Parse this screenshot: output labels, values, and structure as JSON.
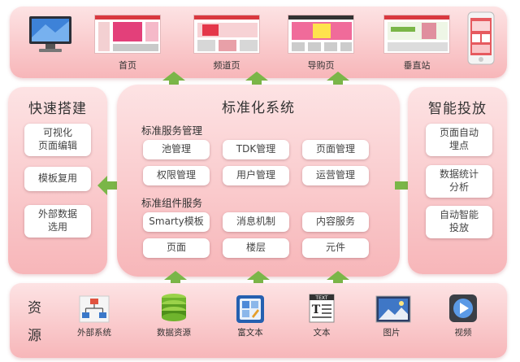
{
  "top": {
    "items": [
      {
        "label": ""
      },
      {
        "label": "首页"
      },
      {
        "label": "频道页"
      },
      {
        "label": "导购页"
      },
      {
        "label": "垂直站"
      },
      {
        "label": ""
      }
    ]
  },
  "left": {
    "title": "快速搭建",
    "cards": [
      "可视化\n页面编辑",
      "模板复用",
      "外部数据\n选用"
    ]
  },
  "center": {
    "title": "标准化系统",
    "service_section": "标准服务管理",
    "service_cards": [
      "池管理",
      "TDK管理",
      "页面管理",
      "权限管理",
      "用户管理",
      "运营管理"
    ],
    "component_section": "标准组件服务",
    "component_cards": [
      "Smarty模板",
      "消息机制",
      "内容服务",
      "页面",
      "楼层",
      "元件"
    ]
  },
  "right": {
    "title": "智能投放",
    "cards": [
      "页面自动\n埋点",
      "数据统计\n分析",
      "自动智能\n投放"
    ]
  },
  "resources": {
    "label_top": "资",
    "label_bottom": "源",
    "items": [
      {
        "label": "外部系统",
        "icon": "org-chart-icon"
      },
      {
        "label": "数据资源",
        "icon": "database-icon"
      },
      {
        "label": "富文本",
        "icon": "rich-text-icon"
      },
      {
        "label": "文本",
        "icon": "text-document-icon"
      },
      {
        "label": "图片",
        "icon": "image-icon"
      },
      {
        "label": "视频",
        "icon": "video-play-icon"
      }
    ],
    "text_icon_caption": "TEXT"
  },
  "colors": {
    "panel_light": "#fde3e4",
    "panel_dark": "#f7b6b9",
    "arrow_green": "#7ab648",
    "accent_red": "#d9383f"
  }
}
